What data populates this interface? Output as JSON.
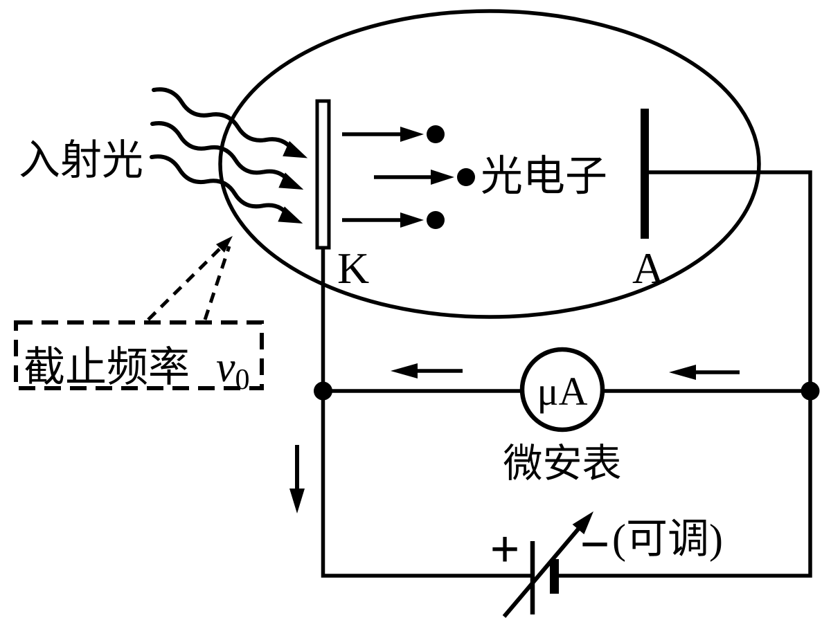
{
  "figure": {
    "background": "#ffffff",
    "ink": "#000000",
    "type": "physics-circuit-diagram",
    "labels": {
      "incident_light": "入射光",
      "photoelectrons": "光电子",
      "cathode": "K",
      "anode": "A",
      "meter_symbol": "μA",
      "meter_name": "微安表",
      "cutoff_box_text": "截止频率",
      "cutoff_var": "v",
      "cutoff_sub": "0",
      "battery_plus": "+",
      "battery_minus": "−",
      "battery_note": "(可调)"
    }
  }
}
